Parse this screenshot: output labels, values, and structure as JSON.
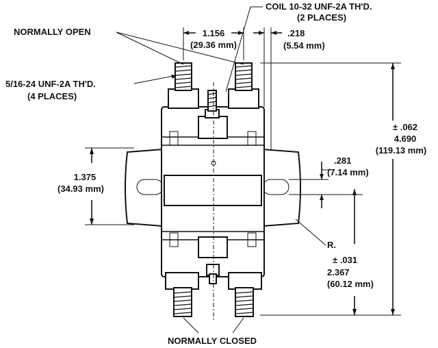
{
  "labels": {
    "normally_open": "NORMALLY OPEN",
    "normally_closed": "NORMALLY CLOSED",
    "coil_thread_1": "COIL 10-32 UNF-2A TH'D.",
    "coil_thread_2": "(2 PLACES)",
    "main_thread_1": "5/16-24 UNF-2A TH'D.",
    "main_thread_2": "(4 PLACES)",
    "radius": "R."
  },
  "dimensions": {
    "stud_spacing": "1.156",
    "stud_spacing_mm": "(29.36 mm)",
    "coil_offset": ".218",
    "coil_offset_mm": "(5.54 mm)",
    "overall_tol": "± .062",
    "overall_height": "4.690",
    "overall_height_mm": "(119.13 mm)",
    "slot_width": ".281",
    "slot_width_mm": "(7.14 mm)",
    "mount_height": "1.375",
    "mount_height_mm": "(34.93 mm)",
    "lower_tol": "± .031",
    "lower_height": "2.367",
    "lower_height_mm": "(60.12 mm)"
  }
}
